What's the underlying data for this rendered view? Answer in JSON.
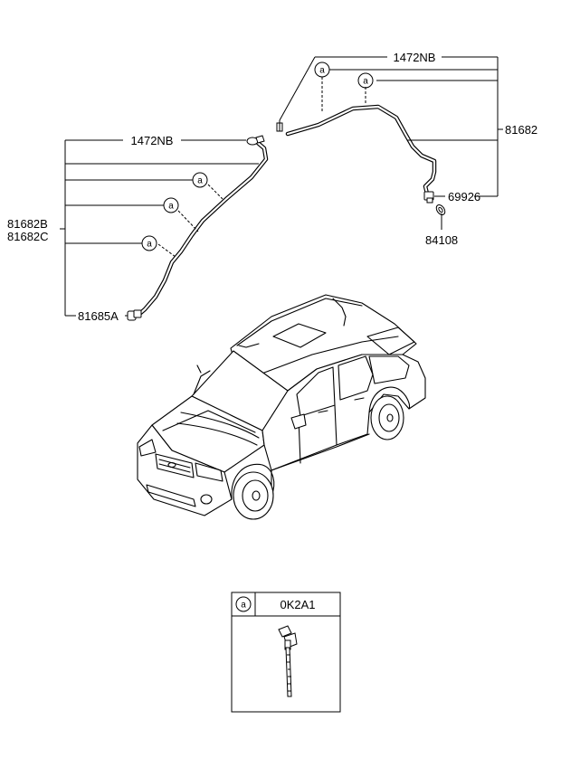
{
  "labels": {
    "hose_clip_top": "1472NB",
    "hose_clip_left": "1472NB",
    "hose_assembly_right": "81682",
    "hose_assembly_left_1": "81682B",
    "hose_assembly_left_2": "81682C",
    "connector_left": "81685A",
    "joint_right": "69926",
    "nozzle_right": "84108"
  },
  "callout_letter": "a",
  "legend": {
    "letter": "a",
    "part_number": "0K2A1"
  }
}
